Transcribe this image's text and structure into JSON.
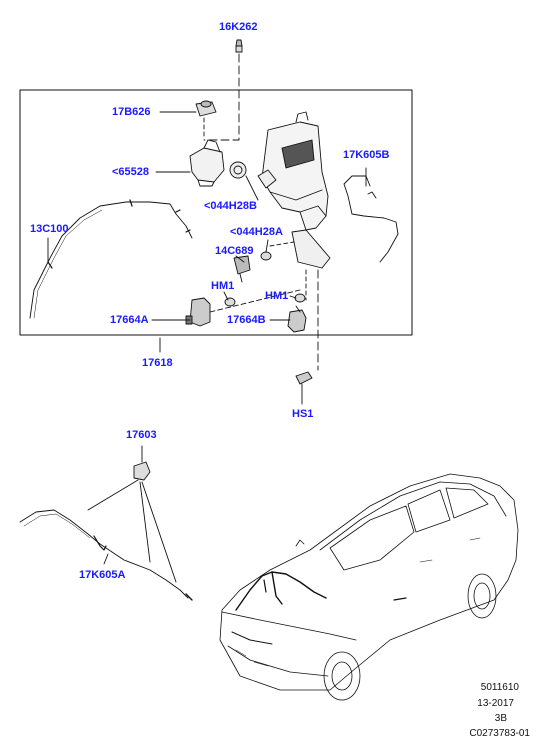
{
  "colors": {
    "callout": "#1a1aff",
    "line": "#111111",
    "frame": "#111111"
  },
  "callouts": {
    "c16K262": "16K262",
    "c17B626": "17B626",
    "c65528": "<65528",
    "c17K605B": "17K605B",
    "c044H28B": "<044H28B",
    "c13C100": "13C100",
    "c044H28A": "<044H28A",
    "c14C689": "14C689",
    "cHM1a": "HM1",
    "cHM1b": "HM1",
    "c17664A": "17664A",
    "c17664B": "17664B",
    "c17618": "17618",
    "cHS1": "HS1",
    "c17603": "17603",
    "c17K605A": "17K605A"
  },
  "footer": {
    "line1": "5011610",
    "line2": "13-2017",
    "line3": "3B",
    "line4": "C0273783-01"
  }
}
